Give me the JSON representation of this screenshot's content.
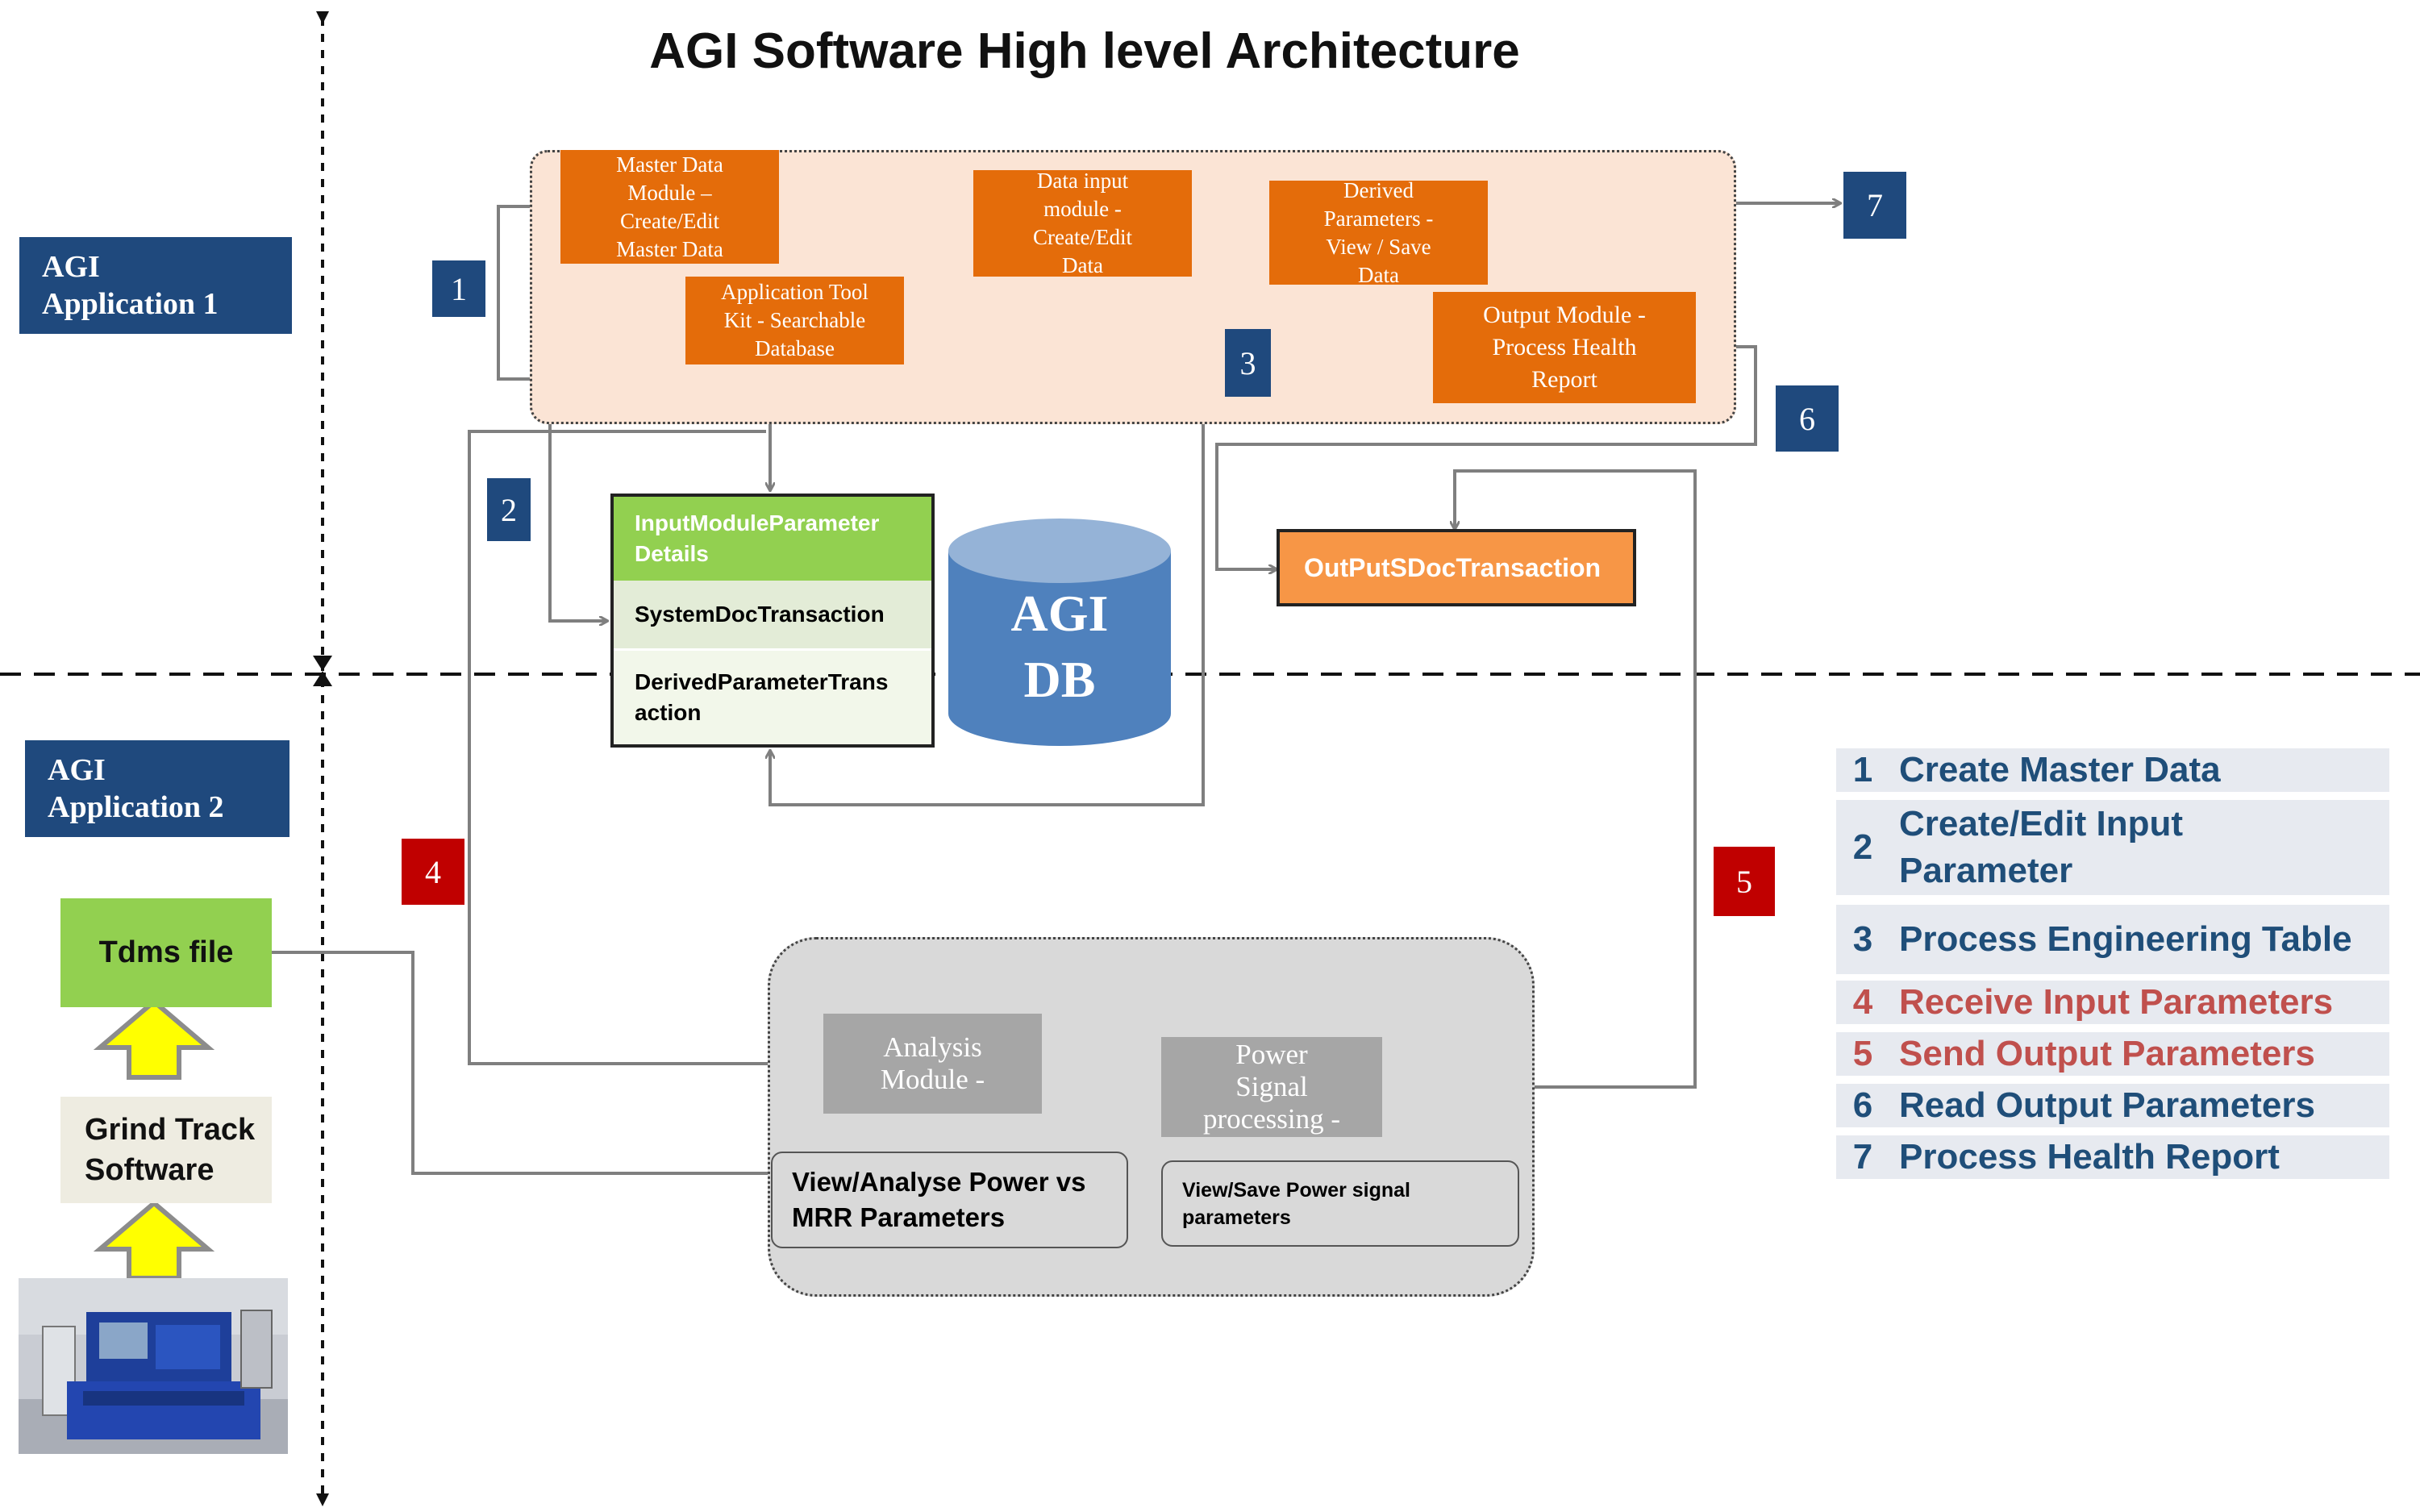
{
  "title": "AGI Software High level Architecture",
  "colors": {
    "navy": "#1f497d",
    "orange": "#e46c0a",
    "light_orange": "#fbe4d5",
    "red": "#c00000",
    "green": "#92d050",
    "grey": "#a6a6a6",
    "db_blue": "#4f81bd",
    "legend_blue": "#1f4e79",
    "legend_red": "#c0504d"
  },
  "apps": {
    "app1": [
      "AGI",
      "Application 1"
    ],
    "app2": [
      "AGI",
      "Application 2"
    ]
  },
  "modules": {
    "master_data": [
      "Master Data",
      "Module –",
      "Create/Edit",
      "Master Data"
    ],
    "app_toolkit": [
      "Application Tool",
      "Kit - Searchable",
      "Database"
    ],
    "data_input": [
      "Data input",
      "module -",
      "Create/Edit",
      "Data"
    ],
    "derived_params": [
      "Derived",
      "Parameters -",
      "View / Save",
      "Data"
    ],
    "output_module": [
      "Output Module -",
      "Process Health",
      "Report"
    ]
  },
  "markers": [
    "1",
    "2",
    "3",
    "4",
    "5",
    "6",
    "7"
  ],
  "tables": {
    "header": [
      "InputModuleParameter",
      "Details"
    ],
    "row1": "SystemDocTransaction",
    "row2": [
      "DerivedParameterTrans",
      "action"
    ],
    "output": "OutPutSDocTransaction"
  },
  "db": [
    "AGI",
    "DB"
  ],
  "app2_items": {
    "tdms": "Tdms file",
    "grind_track": [
      "Grind Track",
      "Software"
    ],
    "analysis_module": [
      "Analysis",
      "Module -"
    ],
    "power_signal": [
      "Power",
      "Signal",
      "processing -"
    ],
    "view_analyse": [
      "View/Analyse Power vs",
      "MRR Parameters"
    ],
    "view_save": [
      "View/Save Power signal",
      "parameters"
    ]
  },
  "legend": [
    {
      "num": "1",
      "text": "Create Master Data",
      "color": "blue"
    },
    {
      "num": "2",
      "text": "Create/Edit Input Parameter",
      "color": "blue"
    },
    {
      "num": "3",
      "text": "Process Engineering Table",
      "color": "blue"
    },
    {
      "num": "4",
      "text": "Receive Input Parameters",
      "color": "red"
    },
    {
      "num": "5",
      "text": "Send Output Parameters",
      "color": "red"
    },
    {
      "num": "6",
      "text": "Read Output Parameters",
      "color": "blue"
    },
    {
      "num": "7",
      "text": "Process Health Report",
      "color": "blue"
    }
  ]
}
